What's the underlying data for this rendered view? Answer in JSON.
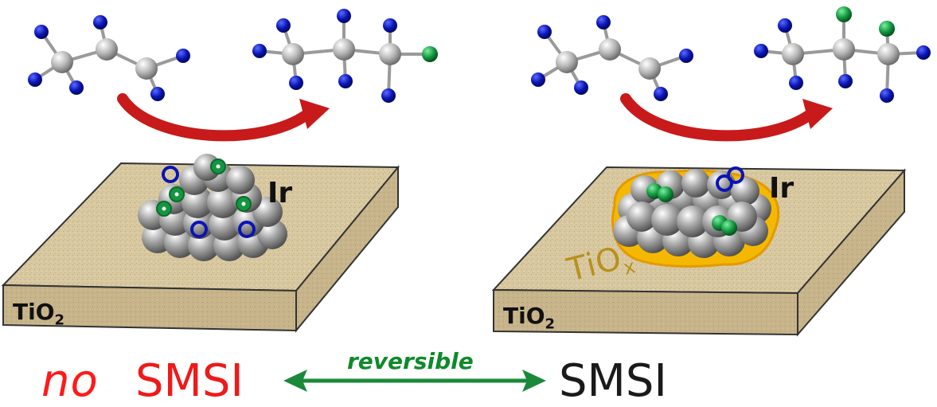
{
  "colors": {
    "carbon": "#b9b9b9",
    "hydrogen": "#0a14b4",
    "deuterium_green": "#149640",
    "substrate_top": "#d9c9a3",
    "substrate_side": "#c6b48c",
    "arrow_red": "#c81a1a",
    "tiox_gold": "#f5b800",
    "reversible_green": "#1a8a3a"
  },
  "labels": {
    "metal_left": "Ir",
    "metal_right": "Ir",
    "support_left": "TiO",
    "support_left_sub": "2",
    "support_right": "TiO",
    "support_right_sub": "2",
    "overlayer": "TiO",
    "overlayer_sub": "x",
    "no": "no",
    "smsi_left": "SMSI",
    "smsi_right": "SMSI",
    "reversible": "reversible"
  },
  "icons": {
    "reaction_arrow": "curved-red-arrow-icon",
    "equilibrium_arrow": "double-headed-green-arrow-icon"
  }
}
